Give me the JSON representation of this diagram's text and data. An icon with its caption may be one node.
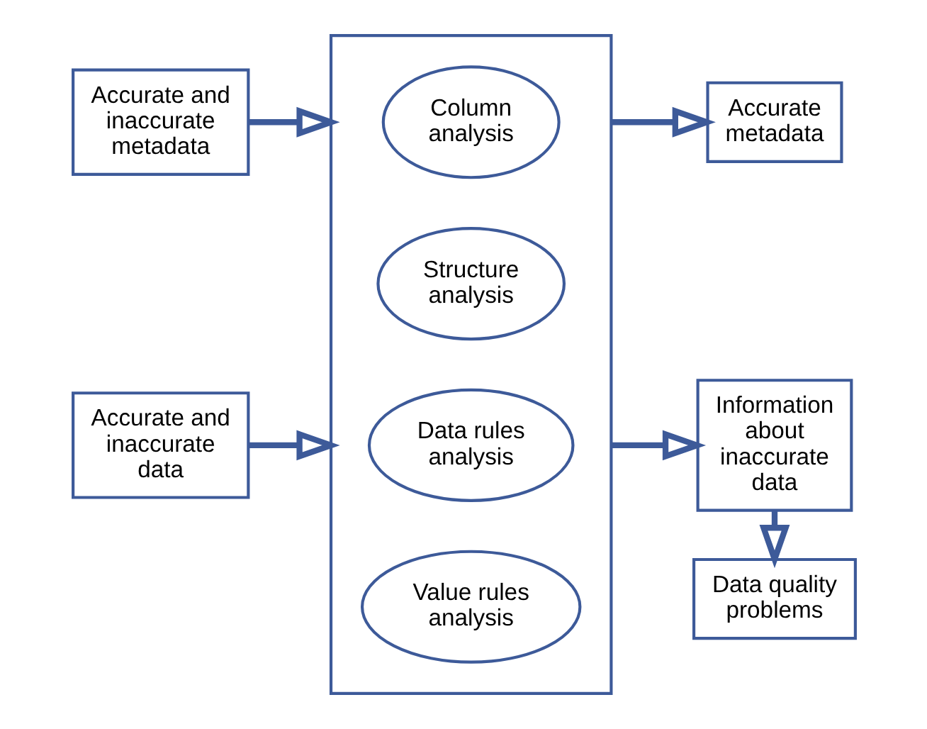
{
  "diagram": {
    "nodes": [
      {
        "text": [
          "Accurate and inaccurate metadata"
        ]
      },
      {
        "text": [
          "Accurate and inaccurate data"
        ]
      },
      {
        "text": [],
        "shape": "box"
      },
      {
        "text": [
          "Column analysis"
        ],
        "in": 2
      },
      {
        "text": [
          "Structure analysis"
        ],
        "in": 2
      },
      {
        "text": [
          "Data rules analysis"
        ],
        "in": 2
      },
      {
        "text": [
          "Value rules analysis"
        ],
        "in": 2
      },
      {
        "text": [
          "Accurate metadata"
        ]
      },
      {
        "text": [
          "Information about inaccurate data"
        ]
      },
      {
        "text": [
          "Data quality problems"
        ]
      }
    ],
    "edges": [
      {
        "from": 0,
        "to": 2,
        "arrow": "to"
      },
      {
        "from": 1,
        "to": 2,
        "arrow": "to"
      },
      {
        "from": 2,
        "to": 7,
        "arrow": "to"
      },
      {
        "from": 2,
        "to": 8,
        "arrow": "to"
      },
      {
        "from": 8,
        "to": 9,
        "arrow": "to"
      }
    ]
  }
}
